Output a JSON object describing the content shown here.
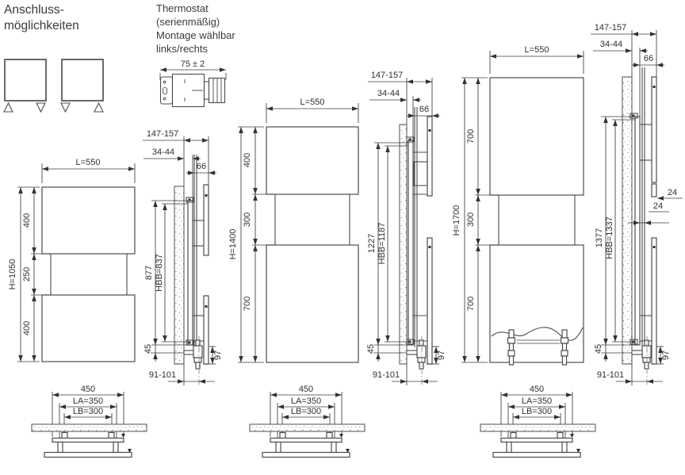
{
  "header": {
    "title_line1": "Anschluss-",
    "title_line2": "möglichkeiten"
  },
  "thermostat": {
    "line1": "Thermostat",
    "line2": "(serienmäßig)",
    "line3": "Montage wählbar",
    "line4": "links/rechts",
    "width_dim": "75 ± 2"
  },
  "units": [
    {
      "front": {
        "length": "L=550",
        "height": "H=1050",
        "seg_top": "400",
        "seg_mid": "250",
        "seg_bot": "400"
      },
      "side": {
        "wall_to_front": "147-157",
        "wall_to_panel": "34-44",
        "depth": "66",
        "span": "877",
        "hbb": "HBB=837",
        "bottom_offset": "45",
        "outlet_depth": "97",
        "floor_clearance": "91-101"
      },
      "mount": {
        "width": "450",
        "la": "LA=350",
        "lb": "LB=300"
      }
    },
    {
      "front": {
        "length": "L=550",
        "height": "H=1400",
        "seg_top": "400",
        "seg_mid": "300",
        "seg_bot": "700"
      },
      "side": {
        "wall_to_front": "147-157",
        "wall_to_panel": "34-44",
        "depth": "66",
        "span": "1227",
        "hbb": "HBB=1187",
        "bottom_offset": "45",
        "outlet_depth": "97",
        "floor_clearance": "91-101"
      },
      "mount": {
        "width": "450",
        "la": "LA=350",
        "lb": "LB=300"
      }
    },
    {
      "front": {
        "length": "L=550",
        "height": "H=1700",
        "seg_top": "700",
        "seg_mid": "300",
        "seg_bot": "700"
      },
      "side": {
        "wall_to_front": "147-157",
        "wall_to_panel": "34-44",
        "depth": "66",
        "span": "1377",
        "hbb": "HBB=1337",
        "bottom_offset": "45",
        "outlet_depth": "97",
        "floor_clearance": "91-101",
        "plate_thickness": "24",
        "panel_thickness": "24"
      },
      "mount": {
        "width": "450",
        "la": "LA=350",
        "lb": "LB=300"
      }
    }
  ]
}
